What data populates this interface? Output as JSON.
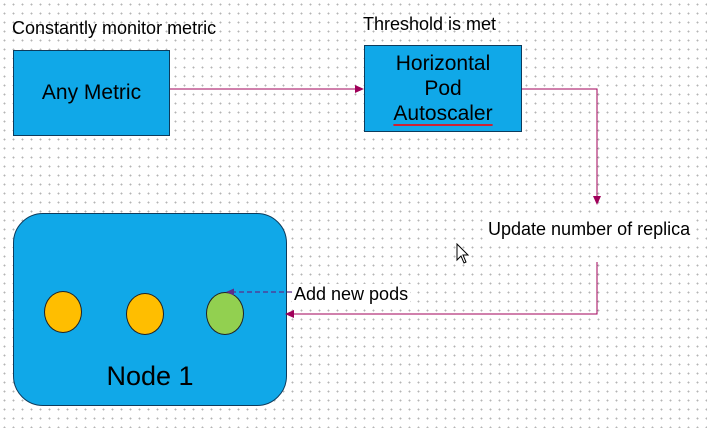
{
  "captions": {
    "monitor": "Constantly monitor metric",
    "threshold": "Threshold is met"
  },
  "boxes": {
    "any_metric": "Any Metric",
    "hpa": [
      "Horizontal",
      "Pod",
      "Autoscaler"
    ]
  },
  "flow_labels": {
    "update_replica": "Update number of replica",
    "add_pods": "Add new pods"
  },
  "node": {
    "label": "Node 1",
    "pods": [
      {
        "color": "#ffbe00",
        "state": "existing"
      },
      {
        "color": "#ffbe00",
        "state": "existing"
      },
      {
        "color": "#92d050",
        "state": "new"
      }
    ]
  },
  "colors": {
    "box_fill": "#10a8e8",
    "arrow": "#a0005a",
    "dashed_arrow": "#5a2d8c"
  },
  "icons": [
    "mouse-cursor-icon"
  ]
}
